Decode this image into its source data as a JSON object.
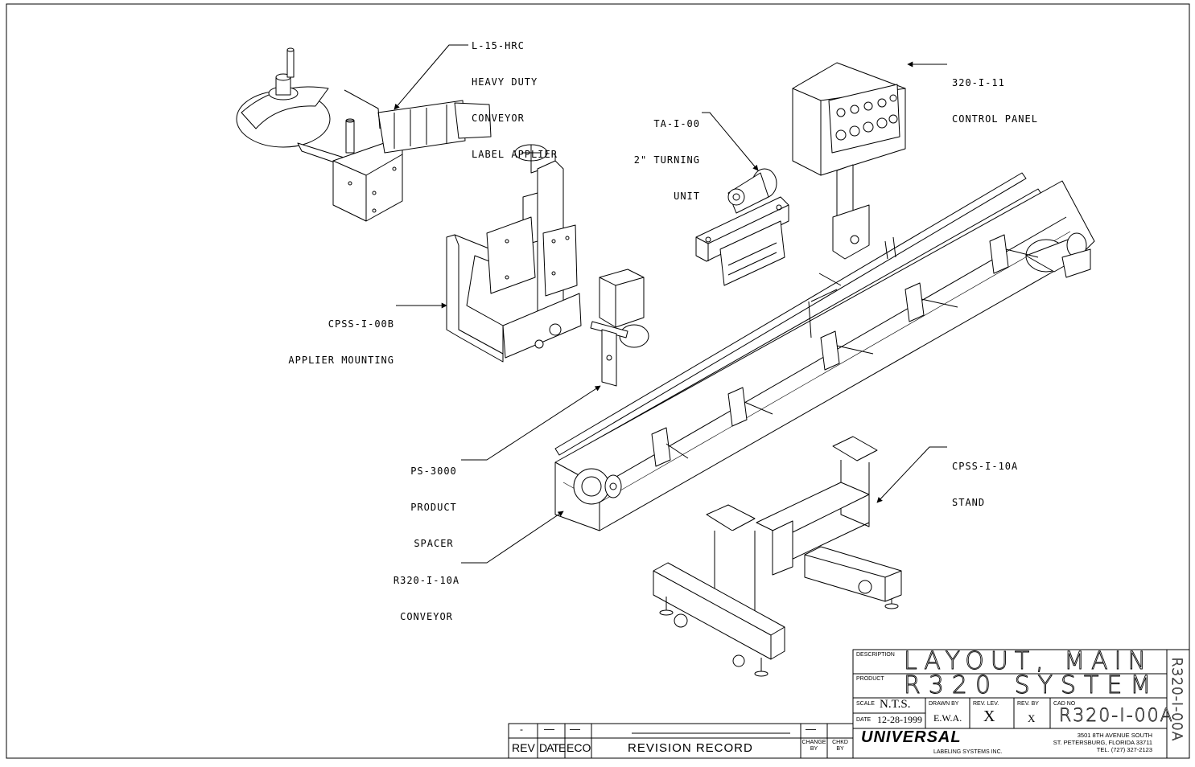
{
  "callouts": {
    "label_applier": [
      "L-15-HRC",
      "HEAVY DUTY",
      "CONVEYOR",
      "LABEL APPLIER"
    ],
    "control_panel": [
      "320-I-11",
      "CONTROL PANEL"
    ],
    "turning_unit": [
      "TA-I-00",
      "2\" TURNING",
      "UNIT"
    ],
    "applier_mounting": [
      "CPSS-I-00B",
      "APPLIER MOUNTING"
    ],
    "product_spacer": [
      "PS-3000",
      "PRODUCT",
      "SPACER"
    ],
    "stand": [
      "CPSS-I-10A",
      "STAND"
    ],
    "conveyor": [
      "R320-I-10A",
      "CONVEYOR"
    ]
  },
  "title_block": {
    "description_label": "DESCRIPTION",
    "description": "LAYOUT, MAIN",
    "product_label": "PRODUCT",
    "product": "R320 SYSTEM",
    "scale_label": "SCALE",
    "scale": "N.T.S.",
    "date_label": "DATE",
    "date": "12-28-1999",
    "drawn_by_label": "DRAWN BY",
    "drawn_by": "E.W.A.",
    "rev_lev_label": "REV. LEV.",
    "rev_lev": "X",
    "rev_by_label": "REV. BY",
    "rev_by": "X",
    "cad_no_label": "CAD NO",
    "cad_no": "R320-I-00A",
    "side_number": "R320-I-00A",
    "company_logo": "UNIVERSAL",
    "company_sub": "LABELING SYSTEMS INC.",
    "address": [
      "3501 8TH AVENUE SOUTH",
      "ST. PETERSBURG, FLORIDA 33711",
      "TEL. (727) 327-2123"
    ]
  },
  "revision_record": {
    "dashes": [
      "-",
      "—",
      "—",
      "—",
      "—"
    ],
    "rev": "REV",
    "date": "DATE",
    "eco": "ECO",
    "title": "REVISION RECORD",
    "change_by": [
      "CHANGE",
      "BY"
    ],
    "chkd_by": [
      "CHKD",
      "BY"
    ]
  }
}
